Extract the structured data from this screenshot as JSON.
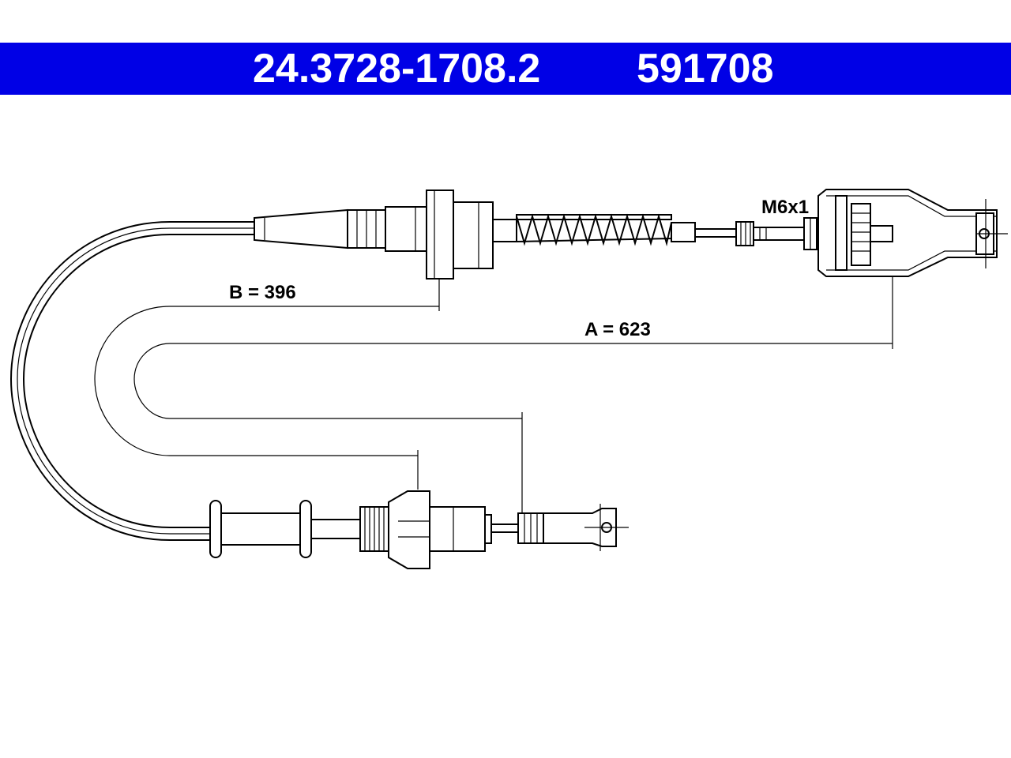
{
  "header": {
    "part_number_primary": "24.3728-1708.2",
    "part_number_secondary": "591708",
    "background_color": "#0000e6",
    "text_color": "#ffffff"
  },
  "drawing": {
    "dimension_a": "A = 623",
    "dimension_b": "B = 396",
    "thread_spec": "M6x1"
  }
}
